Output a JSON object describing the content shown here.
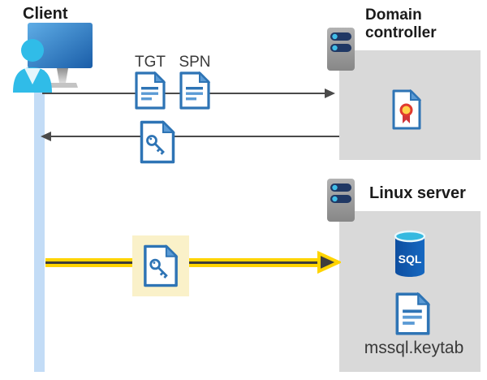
{
  "diagram": {
    "client": {
      "label": "Client"
    },
    "domain_controller": {
      "label": "Domain controller",
      "contains": [
        "certificate"
      ]
    },
    "linux_server": {
      "label": "Linux server",
      "sql_badge": "SQL",
      "keytab_label": "mssql.keytab"
    },
    "tickets": {
      "tgt_label": "TGT",
      "spn_label": "SPN"
    },
    "flows": [
      {
        "from": "client",
        "to": "domain-controller",
        "items": [
          "TGT",
          "SPN"
        ],
        "style": "gray-arrow"
      },
      {
        "from": "domain-controller",
        "to": "client",
        "items": [
          "key-ticket"
        ],
        "style": "gray-arrow"
      },
      {
        "from": "client",
        "to": "linux-server",
        "items": [
          "key-ticket-highlighted"
        ],
        "style": "yellow-arrow"
      }
    ],
    "colors": {
      "doc_border_blue": "#2E74B5",
      "doc_fold_blue": "#5B9BD5",
      "gray_box": "#D9D9D9",
      "lifeline_blue": "#C3DCF6",
      "arrow_gray": "#4A4A4A",
      "highlight_yellow": "#FFD400",
      "highlight_bg": "#FAF1C9",
      "sql_body_blue": "#1262B3",
      "sql_top_cyan": "#35B9E0",
      "person_cyan": "#30BCE8",
      "server_pill_navy": "#203864",
      "server_dot_cyan": "#41BEE8",
      "cert_ribbon_red": "#D13438",
      "cert_seal_yellow": "#FFD24A",
      "text_dark": "#1B1B1B"
    }
  }
}
